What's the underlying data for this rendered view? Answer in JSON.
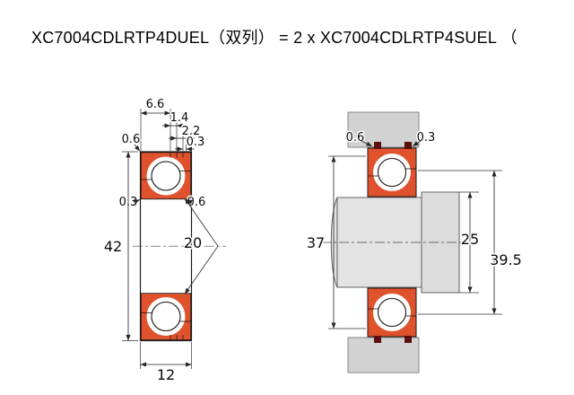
{
  "title": "XC7004CDLRTP4DUEL（双列） = 2 x XC7004CDLRTP4SUEL （",
  "left_view": {
    "dims": {
      "d66": "6.6",
      "d14": "1.4",
      "d22": "2.2",
      "d03_top": "0.3",
      "d06_top_left": "0.6",
      "d03_left": "0.3",
      "d06_inner": "0.6",
      "d42": "42",
      "d20": "20",
      "d12": "12"
    }
  },
  "right_view": {
    "dims": {
      "d06": "0.6",
      "d03": "0.3",
      "d37": "37",
      "d25": "25",
      "d39_5": "39.5"
    }
  },
  "colors": {
    "ring_section_orange": "#e0522c",
    "housing_gray": "#d2d2d2",
    "shaft_gray": "#e3e3e3",
    "shoulder_gray": "#dcdcdc",
    "seal_mark_maroon": "#5c0e0e",
    "line_black": "#1a1a1a",
    "background": "#ffffff"
  }
}
